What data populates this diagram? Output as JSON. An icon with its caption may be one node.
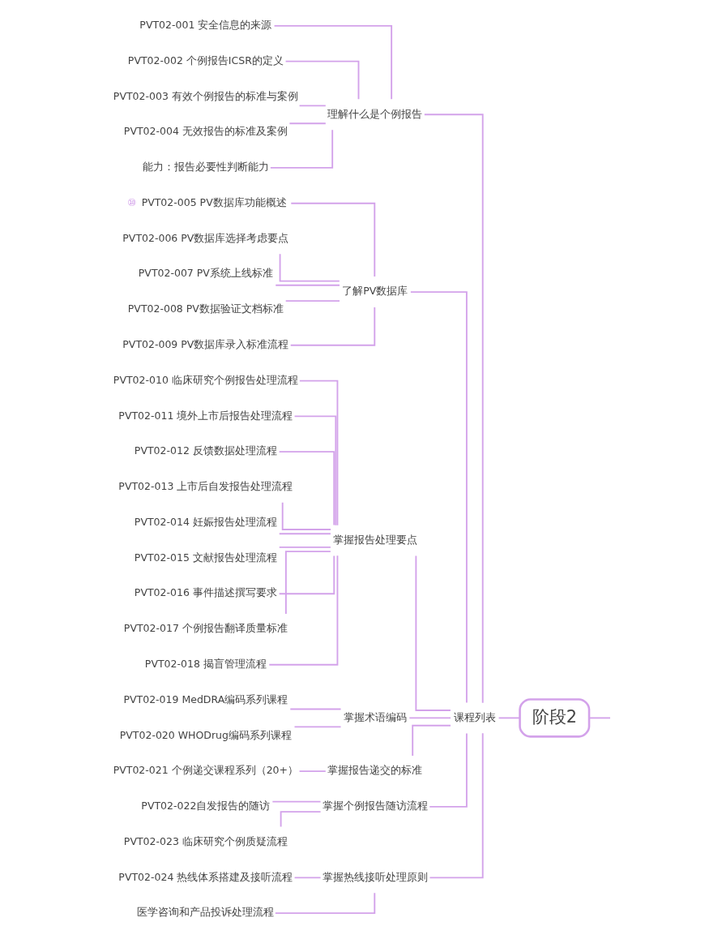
{
  "diagram": {
    "nodes": [
      {
        "text": [
          "阶段2"
        ]
      },
      {
        "text": [
          "课程列表"
        ]
      },
      {
        "text": [
          "理解什么是个例报告"
        ]
      },
      {
        "text": [
          "PVT02-001 安全信息的来源"
        ]
      },
      {
        "text": [
          "PVT02-002 个例报告ICSR的定义"
        ]
      },
      {
        "text": [
          "PVT02-003 有效个例报告的标准与案例"
        ]
      },
      {
        "text": [
          "PVT02-004 无效报告的标准及案例"
        ]
      },
      {
        "text": [
          "能力：报告必要性判断能力"
        ]
      },
      {
        "text": [
          "了解PV数据库"
        ]
      },
      {
        "text": [
          "PVT02-005 PV数据库功能概述"
        ],
        "beside": [
          "⑩"
        ]
      },
      {
        "text": [
          "PVT02-006 PV数据库选择考虑要点"
        ]
      },
      {
        "text": [
          "PVT02-007 PV系统上线标准"
        ]
      },
      {
        "text": [
          "PVT02-008 PV数据验证文档标准"
        ]
      },
      {
        "text": [
          "PVT02-009 PV数据库录入标准流程"
        ]
      },
      {
        "text": [
          "掌握报告处理要点"
        ]
      },
      {
        "text": [
          "PVT02-010 临床研究个例报告处理流程"
        ]
      },
      {
        "text": [
          "PVT02-011 境外上市后报告处理流程"
        ]
      },
      {
        "text": [
          "PVT02-012 反馈数据处理流程"
        ]
      },
      {
        "text": [
          "PVT02-013 上市后自发报告处理流程"
        ]
      },
      {
        "text": [
          "PVT02-014 妊娠报告处理流程"
        ]
      },
      {
        "text": [
          "PVT02-015 文献报告处理流程"
        ]
      },
      {
        "text": [
          "PVT02-016 事件描述撰写要求"
        ]
      },
      {
        "text": [
          "PVT02-017 个例报告翻译质量标准"
        ]
      },
      {
        "text": [
          "PVT02-018 揭盲管理流程"
        ]
      },
      {
        "text": [
          "掌握术语编码"
        ]
      },
      {
        "text": [
          "PVT02-019 MedDRA编码系列课程"
        ]
      },
      {
        "text": [
          "PVT02-020 WHODrug编码系列课程"
        ]
      },
      {
        "text": [
          "掌握报告递交的标准"
        ]
      },
      {
        "text": [
          "PVT02-021 个例递交课程系列（20+）"
        ]
      },
      {
        "text": [
          "掌握个例报告随访流程"
        ]
      },
      {
        "text": [
          "PVT02-022自发报告的随访"
        ]
      },
      {
        "text": [
          "PVT02-023 临床研究个例质疑流程"
        ]
      },
      {
        "text": [
          "掌握热线接听处理原则"
        ]
      },
      {
        "text": [
          "PVT02-024 热线体系搭建及接听流程"
        ]
      },
      {
        "text": [
          "医学咨询和产品投诉处理流程"
        ]
      }
    ],
    "edges": [
      {
        "from": 0,
        "to": 1,
        "arrow": "none"
      },
      {
        "from": 1,
        "to": 2,
        "arrow": "none"
      },
      {
        "from": 2,
        "to": 3,
        "arrow": "none"
      },
      {
        "from": 2,
        "to": 4,
        "arrow": "none"
      },
      {
        "from": 2,
        "to": 5,
        "arrow": "none"
      },
      {
        "from": 2,
        "to": 6,
        "arrow": "none"
      },
      {
        "from": 2,
        "to": 7,
        "arrow": "none"
      },
      {
        "from": 1,
        "to": 8,
        "arrow": "none"
      },
      {
        "from": 8,
        "to": 9,
        "arrow": "none"
      },
      {
        "from": 8,
        "to": 10,
        "arrow": "none"
      },
      {
        "from": 8,
        "to": 11,
        "arrow": "none"
      },
      {
        "from": 8,
        "to": 12,
        "arrow": "none"
      },
      {
        "from": 8,
        "to": 13,
        "arrow": "none"
      },
      {
        "from": 1,
        "to": 14,
        "arrow": "none"
      },
      {
        "from": 14,
        "to": 15,
        "arrow": "none"
      },
      {
        "from": 14,
        "to": 16,
        "arrow": "none"
      },
      {
        "from": 14,
        "to": 17,
        "arrow": "none"
      },
      {
        "from": 14,
        "to": 18,
        "arrow": "none"
      },
      {
        "from": 14,
        "to": 19,
        "arrow": "none"
      },
      {
        "from": 14,
        "to": 20,
        "arrow": "none"
      },
      {
        "from": 14,
        "to": 21,
        "arrow": "none"
      },
      {
        "from": 14,
        "to": 22,
        "arrow": "none"
      },
      {
        "from": 14,
        "to": 23,
        "arrow": "none"
      },
      {
        "from": 1,
        "to": 24,
        "arrow": "none"
      },
      {
        "from": 24,
        "to": 25,
        "arrow": "none"
      },
      {
        "from": 24,
        "to": 26,
        "arrow": "none"
      },
      {
        "from": 1,
        "to": 27,
        "arrow": "none"
      },
      {
        "from": 27,
        "to": 28,
        "arrow": "none"
      },
      {
        "from": 1,
        "to": 29,
        "arrow": "none"
      },
      {
        "from": 29,
        "to": 30,
        "arrow": "none"
      },
      {
        "from": 29,
        "to": 31,
        "arrow": "none"
      },
      {
        "from": 1,
        "to": 32,
        "arrow": "none"
      },
      {
        "from": 32,
        "to": 33,
        "arrow": "none"
      },
      {
        "from": 32,
        "to": 34,
        "arrow": "none"
      },
      {
        "from": 0,
        "to": null,
        "arrow": "none"
      }
    ]
  }
}
